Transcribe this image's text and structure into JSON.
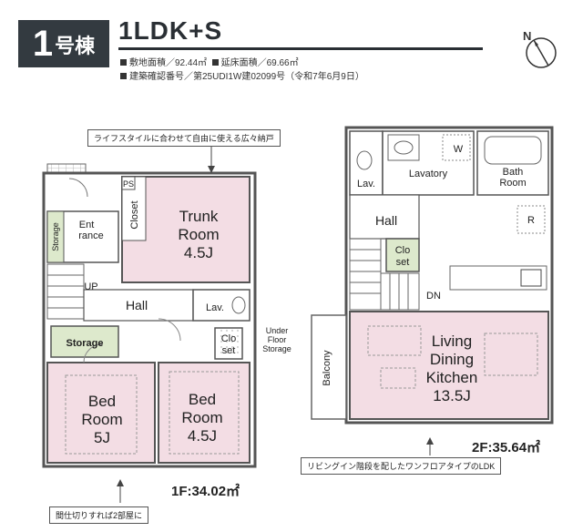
{
  "header": {
    "unit_number": "1",
    "unit_suffix": "号棟",
    "plan_type": "1LDK+S",
    "site_area_label": "敷地面積",
    "site_area_value": "92.44㎡",
    "floor_area_label": "延床面積",
    "floor_area_value": "69.66㎡",
    "confirmation_label": "建築確認番号",
    "confirmation_value": "第25UDI1W建02099号（令和7年6月9日）"
  },
  "compass": {
    "label": "N"
  },
  "first_floor": {
    "area_label": "1F:34.02㎡",
    "note_top": "ライフスタイルに合わせて自由に使える広々納戸",
    "note_bottom": "間仕切りすれば2部屋に",
    "rooms": {
      "entrance_1": "Ent",
      "entrance_2": "rance",
      "storage_small": "Storage",
      "ps": "PS",
      "closet": "Closet",
      "trunk_1": "Trunk",
      "trunk_2": "Room",
      "trunk_3": "4.5J",
      "up": "UP",
      "hall": "Hall",
      "lav": "Lav.",
      "storage": "Storage",
      "clo_1": "Clo",
      "clo_2": "set",
      "underfloor_1": "Under",
      "underfloor_2": "Floor",
      "underfloor_3": "Storage",
      "bed1_1": "Bed",
      "bed1_2": "Room",
      "bed1_3": "5J",
      "bed2_1": "Bed",
      "bed2_2": "Room",
      "bed2_3": "4.5J"
    }
  },
  "second_floor": {
    "area_label": "2F:35.64㎡",
    "note_bottom": "リビングイン階段を配したワンフロアタイプのLDK",
    "rooms": {
      "w": "W",
      "lavatory": "Lavatory",
      "bath_1": "Bath",
      "bath_2": "Room",
      "lav": "Lav.",
      "hall": "Hall",
      "r": "R",
      "clo_1": "Clo",
      "clo_2": "set",
      "dn": "DN",
      "balcony": "Balcony",
      "ldk_1": "Living",
      "ldk_2": "Dining",
      "ldk_3": "Kitchen",
      "ldk_4": "13.5J"
    }
  },
  "colors": {
    "room_pink": "#f3dde4",
    "storage_green": "#dde9cc",
    "wall": "#555555",
    "badge": "#333a40"
  }
}
